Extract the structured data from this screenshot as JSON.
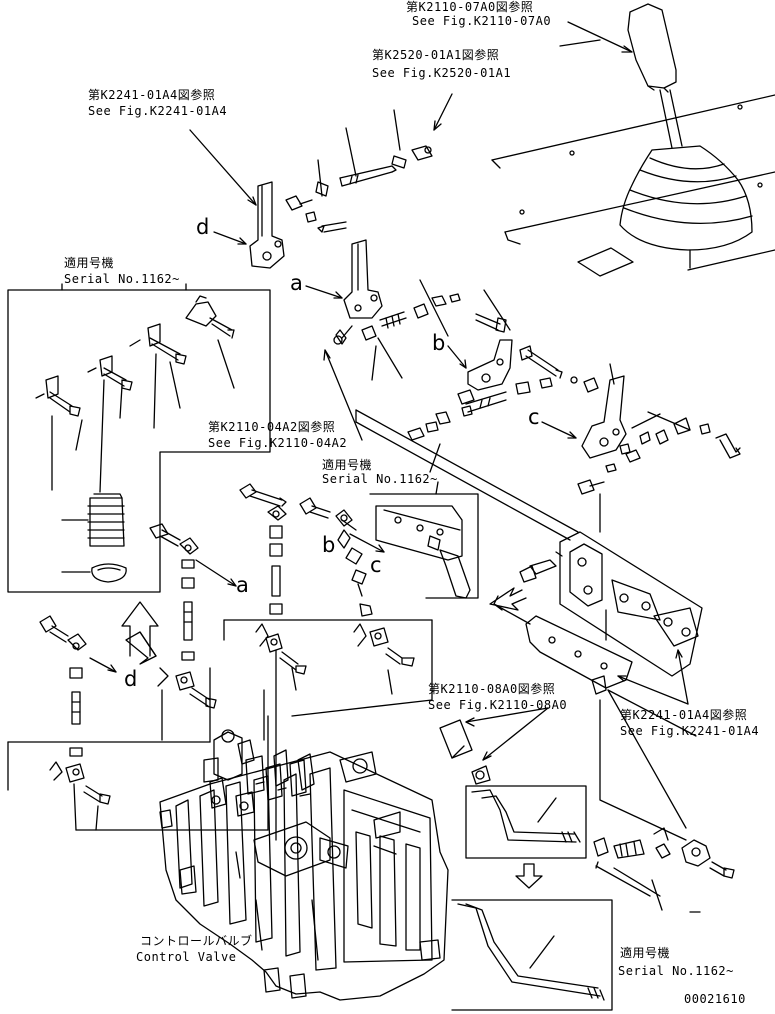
{
  "callouts": {
    "k2110_07a0_jp": "第K2110-07A0図参照",
    "k2110_07a0_en": "See Fig.K2110-07A0",
    "k2520_01a1_jp": "第K2520-01A1図参照",
    "k2520_01a1_en": "See Fig.K2520-01A1",
    "k2241_01a4_top_jp": "第K2241-01A4図参照",
    "k2241_01a4_top_en": "See Fig.K2241-01A4",
    "k2110_04a2_jp": "第K2110-04A2図参照",
    "k2110_04a2_en": "See Fig.K2110-04A2",
    "k2110_08a0_jp": "第K2110-08A0図参照",
    "k2110_08a0_en": "See Fig.K2110-08A0",
    "k2241_01a4_right_jp": "第K2241-01A4図参照",
    "k2241_01a4_right_en": "See Fig.K2241-01A4"
  },
  "serial_notes": {
    "left_jp": "適用号機",
    "left_en": "Serial No.1162~",
    "mid_jp": "適用号機",
    "mid_en": "Serial No.1162~",
    "bottom_jp": "適用号機",
    "bottom_en": "Serial No.1162~"
  },
  "control_valve": {
    "jp": "コントロールバルブ",
    "en": "Control Valve"
  },
  "detail_letters": {
    "d_top": "d",
    "a_top": "a",
    "b_top": "b",
    "c_top": "c",
    "b_mid": "b",
    "c_mid": "c",
    "a_mid": "a",
    "d_bottom": "d"
  },
  "figure_number": "00021610"
}
